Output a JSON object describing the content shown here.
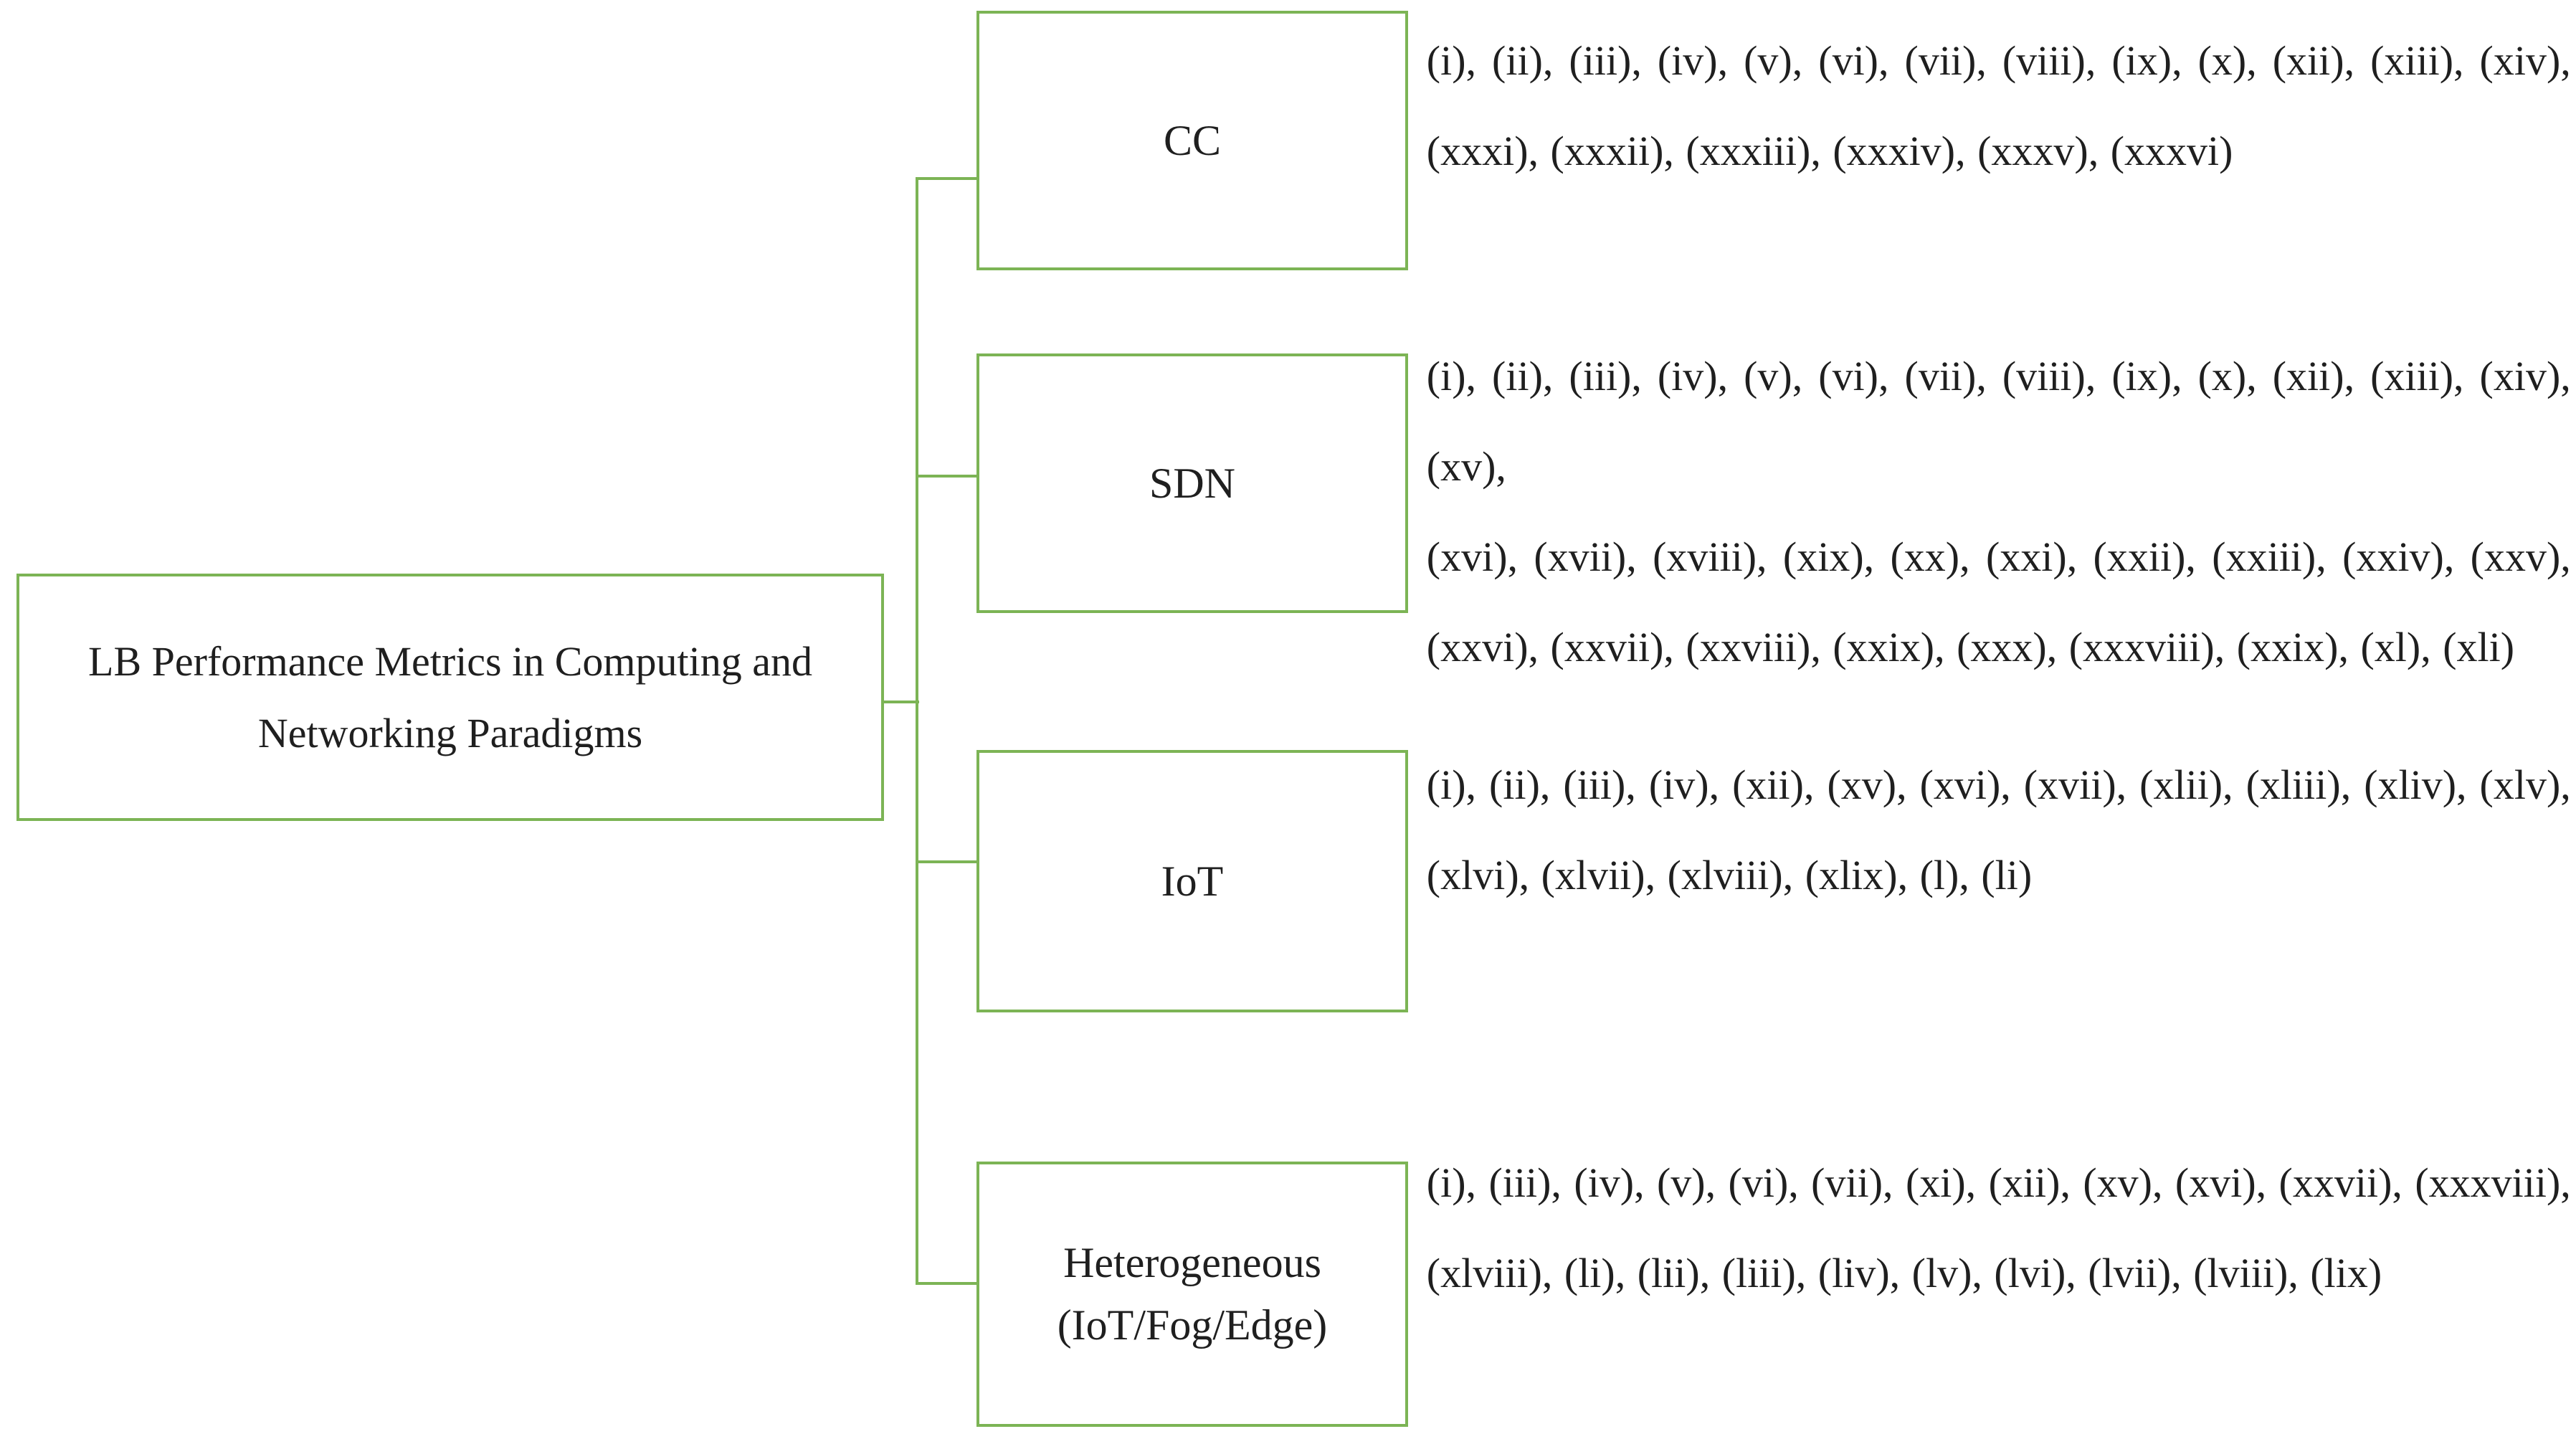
{
  "diagram": {
    "accent_color": "#7cb455",
    "text_color": "#1f1f1f",
    "root": {
      "label_lines": [
        "LB Performance Metrics in Computing and",
        "Networking Paradigms"
      ]
    },
    "branches": [
      {
        "label": "CC",
        "sublabel": "",
        "metrics_lines": [
          "(i), (ii), (iii), (iv), (v), (vi), (vii), (viii), (ix), (x), (xii), (xiii), (xiv),",
          "(xxxi), (xxxii), (xxxiii), (xxxiv), (xxxv), (xxxvi)"
        ]
      },
      {
        "label": "SDN",
        "sublabel": "",
        "metrics_lines": [
          "(i), (ii), (iii), (iv), (v), (vi), (vii), (viii), (ix), (x), (xii), (xiii), (xiv), (xv),",
          "(xvi), (xvii), (xviii), (xix), (xx), (xxi), (xxii), (xxiii), (xxiv), (xxv),",
          "(xxvi), (xxvii), (xxviii), (xxix), (xxx), (xxxviii), (xxix), (xl), (xli)"
        ]
      },
      {
        "label": "IoT",
        "sublabel": "",
        "metrics_lines": [
          "(i), (ii), (iii), (iv), (xii), (xv), (xvi), (xvii), (xlii), (xliii), (xliv), (xlv),",
          "(xlvi), (xlvii), (xlviii), (xlix), (l), (li)"
        ]
      },
      {
        "label": "Heterogeneous",
        "sublabel": "(IoT/Fog/Edge)",
        "metrics_lines": [
          "(i), (iii), (iv), (v), (vi), (vii), (xi), (xii), (xv), (xvi), (xxvii), (xxxviii),",
          "(xlviii), (li), (lii), (liii), (liv), (lv), (lvi), (lvii), (lviii), (lix)"
        ]
      }
    ]
  }
}
